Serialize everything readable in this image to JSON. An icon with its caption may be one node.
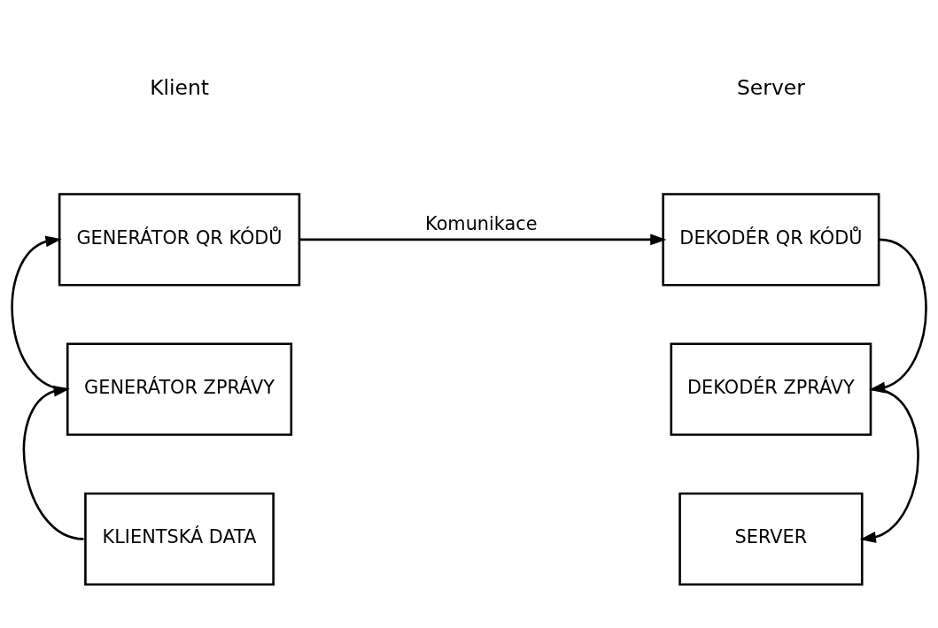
{
  "diagram": {
    "nodes": [
      {
        "text": [
          "GENERÁTOR QR KÓDŮ"
        ]
      },
      {
        "text": [
          "GENERÁTOR ZPRÁVY"
        ]
      },
      {
        "text": [
          "KLIENTSKÁ DATA"
        ]
      },
      {
        "text": [
          "DEKODÉR QR KÓDŮ"
        ]
      },
      {
        "text": [
          "DEKODÉR ZPRÁVY"
        ]
      },
      {
        "text": [
          "SERVER"
        ]
      }
    ],
    "edges": [
      {
        "from": 2,
        "to": 1,
        "arrow": "to"
      },
      {
        "from": 1,
        "to": 0,
        "arrow": "to"
      },
      {
        "from": 0,
        "to": 3,
        "arrow": "to",
        "label": "Komunikace"
      },
      {
        "from": 3,
        "to": 4,
        "arrow": "to"
      },
      {
        "from": 4,
        "to": 5,
        "arrow": "to"
      }
    ],
    "labels": [
      "Klient",
      "Server"
    ]
  }
}
